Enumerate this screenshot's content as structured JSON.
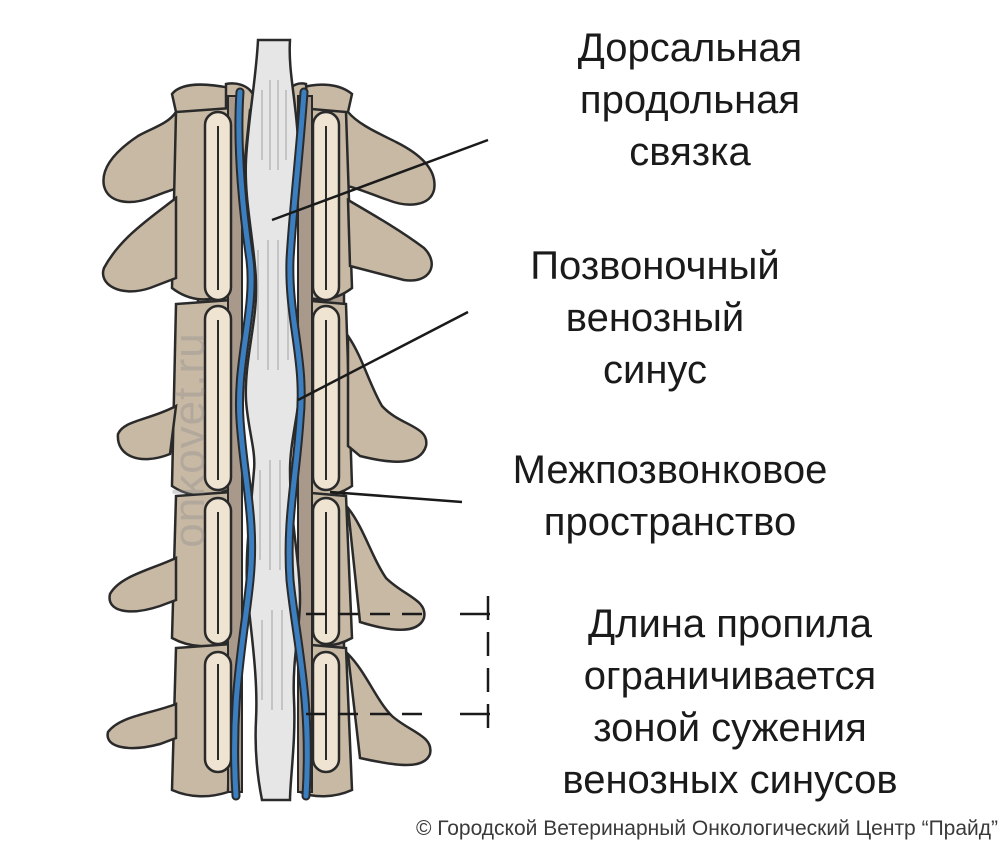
{
  "labels": {
    "ligament": [
      "Дорсальная",
      "продольная",
      "связка"
    ],
    "sinus": [
      "Позвоночный",
      "венозный",
      "синус"
    ],
    "intervertebral_space": [
      "Межпозвонковое",
      "пространство"
    ],
    "cut_length": [
      "Длина пропила",
      "ограничивается",
      "зоной сужения",
      "венозных синусов"
    ]
  },
  "watermark": "onkovet.ru",
  "copyright": "© Городской Ветеринарный Онкологический Центр “Прайд”",
  "colors": {
    "bone": "#c8b9a5",
    "bone_dark": "#a8998a",
    "ligament": "#e6e6e6",
    "vein": "#3b7fc0",
    "outline": "#2a2a2a",
    "disc": "#efe4d2"
  }
}
